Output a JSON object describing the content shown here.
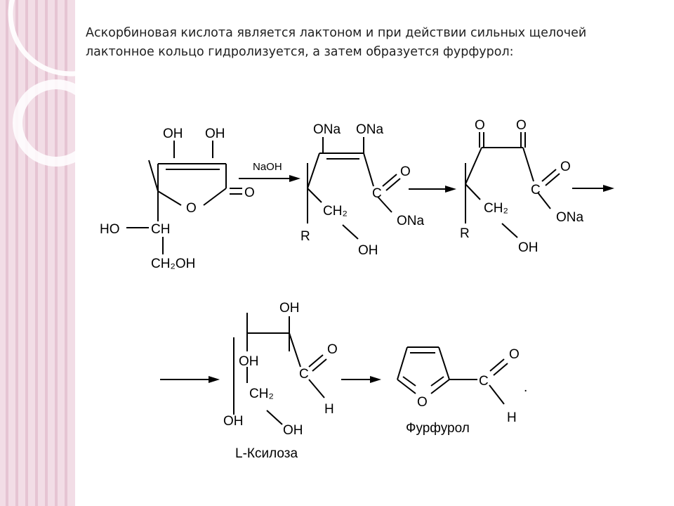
{
  "slide": {
    "text": "Аскорбиновая кислота является лактоном и при действии сильных щелочей лактонное кольцо гидролизуется, а затем образуется фурфурол:"
  },
  "scheme": {
    "ascorbic": {
      "oh_left": "OH",
      "oh_right": "OH",
      "ring_o": "O",
      "carbonyl_o": "O",
      "ho": "HO",
      "ch": "CH",
      "ch2oh": "CH₂OH"
    },
    "arrow1_reagent": "NaOH",
    "intermediate1": {
      "ona_left": "ONa",
      "ona_right": "ONa",
      "c": "C",
      "o": "O",
      "ona": "ONa",
      "ch2": "CH₂",
      "r": "R",
      "oh": "OH"
    },
    "intermediate2": {
      "o_left": "O",
      "o_right": "O",
      "c": "C",
      "o": "O",
      "ona": "ONa",
      "ch2": "CH₂",
      "r": "R",
      "oh": "OH"
    },
    "xylose": {
      "oh_top": "OH",
      "oh_mid": "OH",
      "c": "C",
      "o": "O",
      "ch2": "CH₂",
      "h": "H",
      "oh_bottom_left": "OH",
      "oh_bottom_right": "OH",
      "name": "L-Ксилоза"
    },
    "furfural": {
      "ring_o": "O",
      "c": "C",
      "o": "O",
      "h": "H",
      "dot": ".",
      "name": "Фурфурол"
    }
  }
}
